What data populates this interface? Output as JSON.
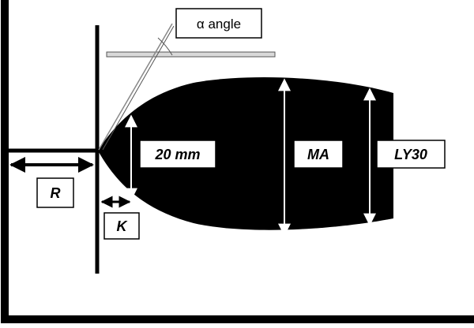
{
  "diagram": {
    "labels": {
      "alpha_angle": "α angle",
      "r": "R",
      "k": "K",
      "twenty_mm": "20 mm",
      "ma": "MA",
      "ly30": "LY30"
    },
    "colors": {
      "tracing_fill": "#000000",
      "arrow": "#ffffff",
      "line": "#000000",
      "label_border": "#000000",
      "label_bg": "#ffffff",
      "angle_guide": "#666666",
      "rule_fill": "#d9d9d9"
    }
  }
}
